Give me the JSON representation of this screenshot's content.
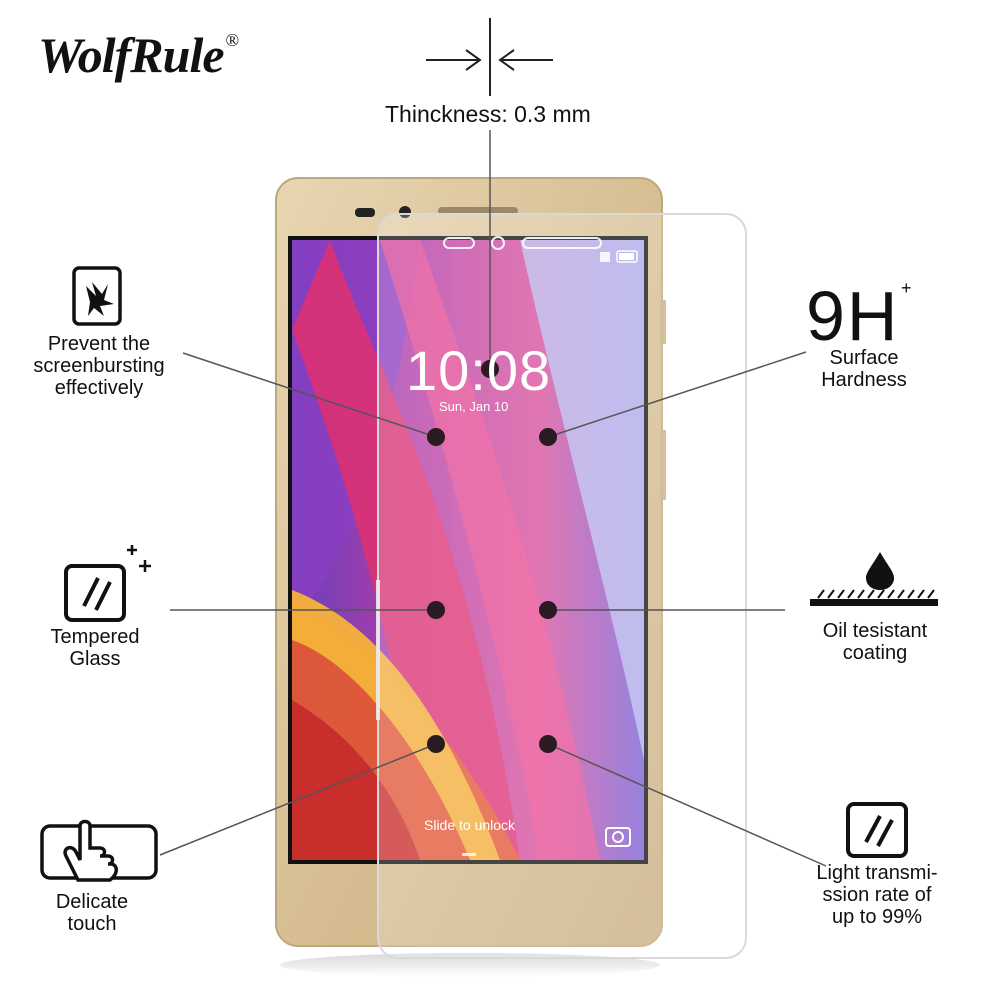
{
  "brand": {
    "name": "WolfRule",
    "mark": "®"
  },
  "thickness": {
    "label": "Thinckness: 0.3 mm"
  },
  "hardness": {
    "big": "9H",
    "plus": "+",
    "line1": "Surface",
    "line2": "Hardness"
  },
  "features": {
    "prevent": {
      "line1": "Prevent the",
      "line2": "screenbursting",
      "line3": "effectively"
    },
    "tempered": {
      "line1": "Tempered",
      "line2": "Glass"
    },
    "delicate": {
      "line1": "Delicate",
      "line2": "touch"
    },
    "oil": {
      "line1": "Oil tesistant",
      "line2": "coating"
    },
    "light": {
      "line1": "Light transmi-",
      "line2": "ssion rate of",
      "line3": "up to 99%"
    }
  },
  "screen": {
    "time": "10:08",
    "date": "Sun, Jan 10",
    "unlock": "Slide to unlock"
  },
  "colors": {
    "gold": "#d9c29a",
    "text": "#111111",
    "dot": "#2a1a22"
  }
}
